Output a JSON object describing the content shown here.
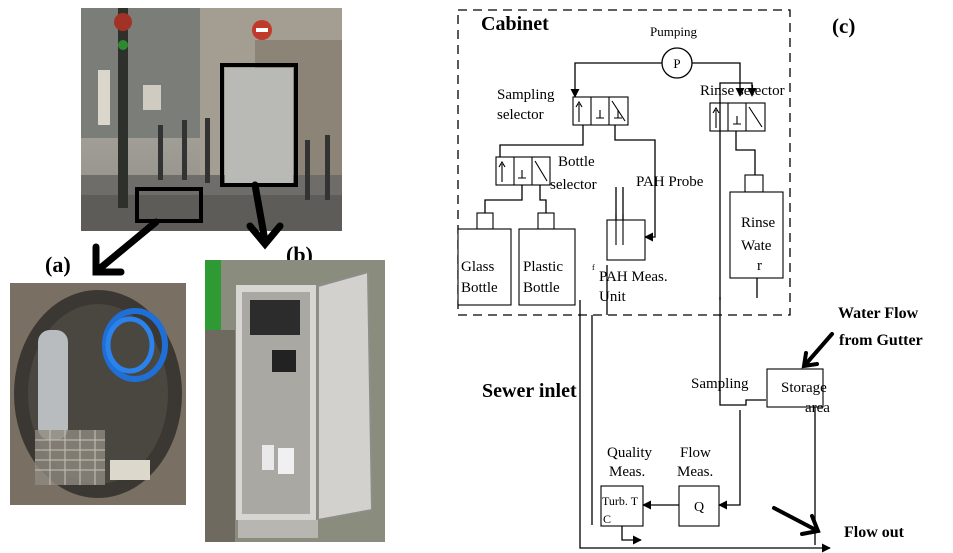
{
  "panels": {
    "a_label": "(a)",
    "b_label": "(b)",
    "c_label": "(c)"
  },
  "cabinet": {
    "title": "Cabinet",
    "pumping_label": "Pumping",
    "pump_symbol": "P",
    "sampling_selector": [
      "Sampling",
      "selector"
    ],
    "rinse_selector": "Rinse selector",
    "bottle_selector": [
      "Bottle",
      "selector"
    ],
    "pah_probe": "PAH Probe",
    "rinse_water": [
      "Rinse",
      "Wate",
      "r"
    ],
    "glass_bottle": [
      "Glass",
      "Bottle"
    ],
    "plastic_bottle": [
      "Plastic",
      "Bottle"
    ],
    "pah_meas_unit": [
      "PAH Meas.",
      "Unit"
    ],
    "pah_tiny": "f"
  },
  "sewer": {
    "title": "Sewer inlet",
    "water_flow": [
      "Water Flow",
      "from Gutter"
    ],
    "sampling": "Sampling",
    "storage_area": [
      "Storage",
      "area"
    ],
    "quality_meas": [
      "Quality",
      "Meas."
    ],
    "flow_meas": [
      "Flow",
      "Meas."
    ],
    "flow_symbol": "Q",
    "turb": [
      "Turb. T",
      "C"
    ],
    "flow_out": "Flow out"
  }
}
